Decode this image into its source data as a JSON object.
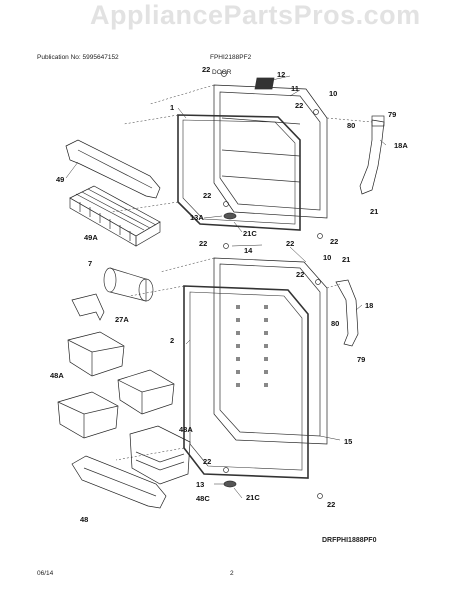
{
  "watermark": "AppliancePartsPros.com",
  "header": {
    "publication": "Publication No: 5995647152",
    "model": "FPHI2188PF2",
    "section": "DOOR"
  },
  "footer": {
    "date": "06/14",
    "page": "2",
    "diagram_code": "DRFPHI1888PF0"
  },
  "callouts": [
    "22",
    "12",
    "11",
    "10",
    "22",
    "80",
    "79",
    "1",
    "18A",
    "49",
    "21",
    "22",
    "13A",
    "49A",
    "21C",
    "22",
    "14",
    "22",
    "22",
    "7",
    "10",
    "21",
    "22",
    "27A",
    "18",
    "2",
    "80",
    "79",
    "48A",
    "48A",
    "15",
    "22",
    "13",
    "48C",
    "21C",
    "48",
    "22"
  ]
}
